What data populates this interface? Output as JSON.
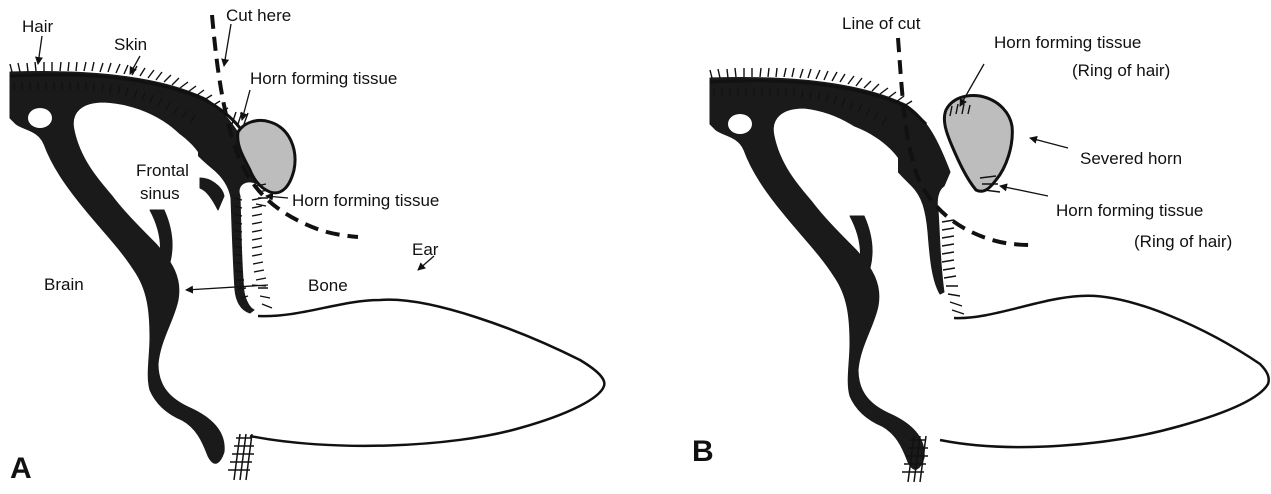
{
  "colors": {
    "ink": "#111111",
    "bone": "#1a1a1a",
    "horn_fill": "#bdbdbd"
  },
  "panels": [
    {
      "letter": "A",
      "labels": {
        "hair": "Hair",
        "skin": "Skin",
        "cut_here": "Cut here",
        "horn_tissue_top": "Horn forming tissue",
        "frontal": "Frontal",
        "sinus": "sinus",
        "horn_tissue_mid": "Horn forming tissue",
        "ear": "Ear",
        "brain": "Brain",
        "bone": "Bone"
      }
    },
    {
      "letter": "B",
      "labels": {
        "line_of_cut": "Line of cut",
        "horn_tissue_top": "Horn forming tissue",
        "ring_top": "(Ring of hair)",
        "severed_horn": "Severed horn",
        "horn_tissue_bottom": "Horn forming tissue",
        "ring_bottom": "(Ring of hair)"
      }
    }
  ]
}
